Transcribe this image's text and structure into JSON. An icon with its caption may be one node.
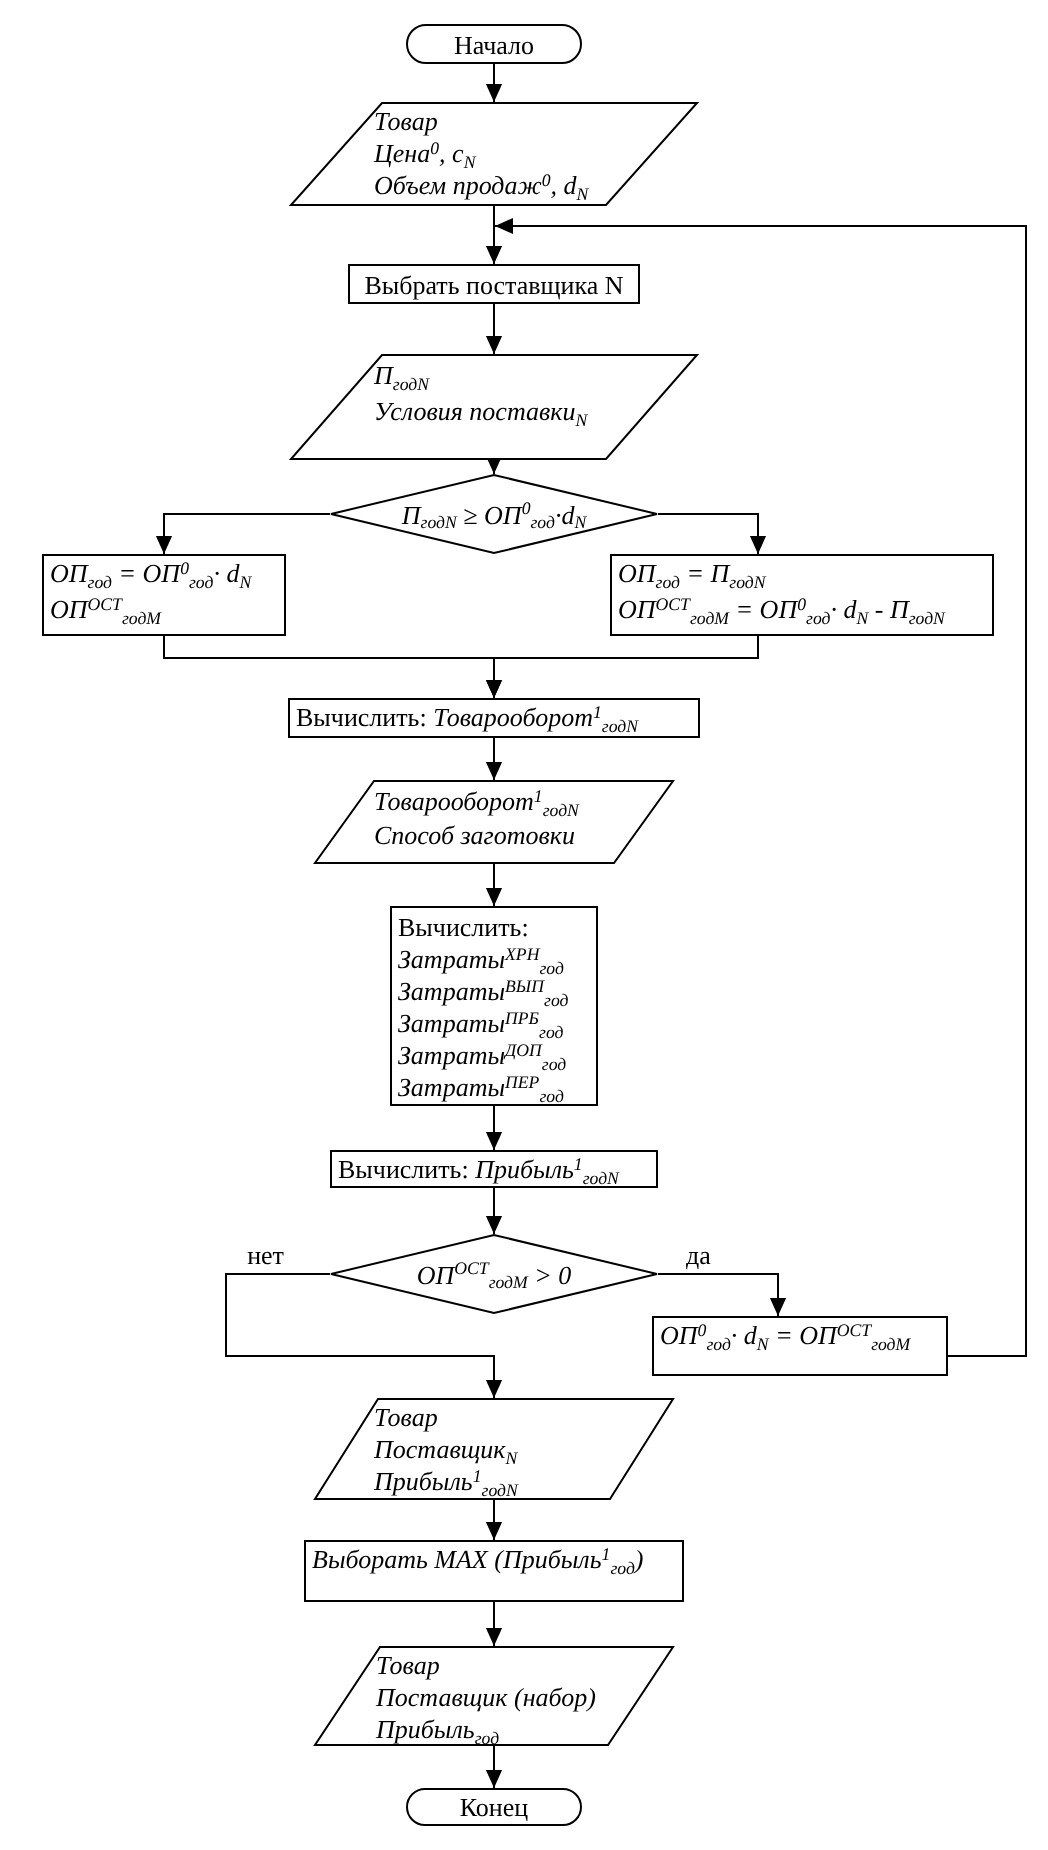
{
  "diagram": {
    "nodes": [
      {
        "text": [
          "Начало"
        ]
      },
      {
        "text": [
          "Товар",
          "Цена$^{0}$, c$_{N}$",
          "Объем продаж$^{0}$, d$_{N}$"
        ]
      },
      {
        "text": [
          "Выбрать поставщика N"
        ]
      },
      {
        "text": [
          "П$_{годN}$",
          "Условия поставки$_{N}$"
        ]
      },
      {
        "text": [
          "П$_{годN}$ ≥ ОП$^{0}$$_{год}$·d$_{N}$"
        ]
      },
      {
        "text": [
          "ОП$_{год}$ = ОП$^{0}$$_{год}$· d$_{N}$",
          "ОП$^{ОСТ}$$_{годM}$"
        ]
      },
      {
        "text": [
          "ОП$_{год}$ = П$_{годN}$",
          "ОП$^{ОСТ}$$_{годM}$ = ОП$^{0}$$_{год}$· d$_{N}$ - П$_{годN}$"
        ]
      },
      {
        "text": [
          "Вычислить: *Товарооборот$^{1}$$_{годN}$*"
        ]
      },
      {
        "text": [
          "Товарооборот$^{1}$$_{годN}$",
          "Способ заготовки"
        ]
      },
      {
        "text": [
          "Вычислить:",
          "Затраты$^{ХРН}$$_{год}$",
          "Затраты$^{ВЫП}$$_{год}$",
          "Затраты$^{ПРБ}$$_{год}$",
          "Затраты$^{ДОП}$$_{год}$",
          "Затраты$^{ПЕР}$$_{год}$"
        ]
      },
      {
        "text": [
          "Вычислить: *Прибыль$^{1}$$_{годN}$*"
        ]
      },
      {
        "text": [
          "ОП$^{ОСТ}$$_{годM}$ > 0"
        ]
      },
      {
        "text": [
          "ОП$^{0}$$_{год}$· d$_{N}$ = ОП$^{ОСТ}$$_{годM}$"
        ]
      },
      {
        "text": [
          "Товар",
          "Поставщик$_{N}$",
          "Прибыль$^{1}$$_{годN}$"
        ]
      },
      {
        "text": [
          "Выборать MAX (Прибыль$^{1}$$_{год}$)"
        ]
      },
      {
        "text": [
          "Товар",
          "Поставщик (набор)",
          "Прибыль$_{год}$"
        ]
      },
      {
        "text": [
          "Конец"
        ]
      }
    ],
    "edges": [
      {
        "from": 0,
        "to": 1,
        "arrow": "to"
      },
      {
        "from": 1,
        "to": 2,
        "arrow": "to"
      },
      {
        "from": 2,
        "to": 3,
        "arrow": "to"
      },
      {
        "from": 3,
        "to": 4,
        "arrow": "to"
      },
      {
        "from": 4,
        "to": 5,
        "arrow": "to"
      },
      {
        "from": 4,
        "to": 6,
        "arrow": "to"
      },
      {
        "from": 5,
        "to": 7,
        "arrow": "to"
      },
      {
        "from": 6,
        "to": 7,
        "arrow": "to"
      },
      {
        "from": 7,
        "to": 8,
        "arrow": "to"
      },
      {
        "from": 8,
        "to": 9,
        "arrow": "to"
      },
      {
        "from": 9,
        "to": 10,
        "arrow": "to"
      },
      {
        "from": 10,
        "to": 11,
        "arrow": "to"
      },
      {
        "from": 11,
        "to": 12,
        "arrow": "to",
        "label": "да"
      },
      {
        "from": 11,
        "to": 13,
        "arrow": "to",
        "label": "нет"
      },
      {
        "from": 12,
        "to": 2,
        "arrow": "to"
      },
      {
        "from": 13,
        "to": 14,
        "arrow": "to"
      },
      {
        "from": 14,
        "to": 15,
        "arrow": "to"
      },
      {
        "from": 15,
        "to": 16,
        "arrow": "to"
      }
    ]
  }
}
